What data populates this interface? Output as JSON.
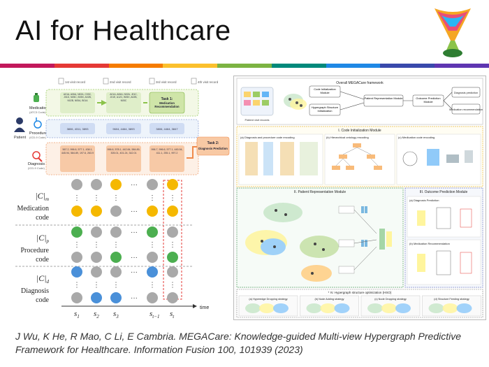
{
  "slide": {
    "title": "AI for Healthcare",
    "citation_line1": "J Wu, K He, R Mao, C Li, E Cambria. MEGACare: Knowledge-guided Multi-view Hypergraph Predictive",
    "citation_line2": "Framework for Healthcare. Information Fusion 100, 101939 (2023)"
  },
  "colors": {
    "rainbow": [
      "#c2185b",
      "#e53935",
      "#f57c00",
      "#fbc02d",
      "#7cb342",
      "#00897b",
      "#1e88e5",
      "#3949ab",
      "#5e35b1"
    ],
    "medication": "#f5b800",
    "procedure": "#4caf50",
    "diagnosis": "#4a90d9",
    "empty": "#a9a9a9"
  },
  "left_figure": {
    "patient_label": "Patient",
    "rows": [
      {
        "label": "Medication",
        "sub": "(ATC3 Code)"
      },
      {
        "label": "Procedure",
        "sub": "(ICD-9 Code)"
      },
      {
        "label": "Diagnosis",
        "sub": "(ICD-9 Code)"
      }
    ],
    "visit_headers": [
      "1st visit record",
      "2nd visit record",
      "3rd visit record",
      "4th visit record"
    ],
    "task1_title": "Task 1:",
    "task1_name": "Medication Recommendation",
    "task2_title": "Task 2:",
    "task2_name": "Diagnosis Prediction",
    "codes": {
      "med_1": "A01A, A06A, N02A, C03C, J01D, N05C, B05X, A02B, N02B, N05A, B01A",
      "med_2": "A01A, A06A, N02A, J01C, J01E, A12C, B05X, A02B, N05C",
      "med_3": "",
      "proc_1": "3806, 4311, 3893",
      "proc_2": "9604, 4464, 3893",
      "proc_3": "3806, 4464, 3847",
      "diag_1": "567.2, 996.6, 577.1, 438.1, 445.94, 584.89, 197.6, 263.9",
      "diag_2": "996.6, 578.1, 442.84, 584.89, 305.01, 401.24, 342.01",
      "diag_3": "996.7, 996.6, 577.1, 445.94, 411.1, 255.1, 997.2"
    },
    "schematic": {
      "group_labels": [
        {
          "card": "|C|",
          "sub": "m",
          "name1": "Medication",
          "name2": "code"
        },
        {
          "card": "|C|",
          "sub": "p",
          "name1": "Procedure",
          "name2": "code"
        },
        {
          "card": "|C|",
          "sub": "d",
          "name1": "Diagnosis",
          "name2": "code"
        }
      ],
      "time_labels": [
        "s",
        "s",
        "s",
        "s",
        "s"
      ],
      "time_subs": [
        "1",
        "2",
        "3",
        "t−1",
        "t"
      ],
      "time_axis_label": "time",
      "ellipsis": "···"
    }
  },
  "right_figure": {
    "panel_main_title": "Overall MEGACare framework",
    "section1_title": "I. Code Initialization Module",
    "section1a": "(a) Diagnosis and procedure code encoding",
    "section1b": "(b) Hierarchical ontology encoding",
    "section1c": "(c) Medication code encoding",
    "section2_title": "II. Patient Representation Module",
    "section3_title": "III. Outcome Prediction Module",
    "section3a": "(a) Diagnosis Prediction",
    "section3b": "(b) Medication Recommendation",
    "section4_title": "* IV. Hypergraph structure optimization (HSO)",
    "overview_boxes": [
      "Code Initialization Module",
      "Hypergraph Structure Initialization",
      "Patient Representation Module",
      "Outcome Prediction Module"
    ],
    "overview_outputs": [
      "Diagnosis prediction",
      "Medication recommendation"
    ],
    "overview_input_label": "Patient visit records",
    "hso_panels": [
      "(a) Hyperedge Dropping strategy",
      "(b) Node Adding strategy",
      "(c) Node Dropping strategy",
      "(d) Structure Feeding strategy"
    ]
  }
}
